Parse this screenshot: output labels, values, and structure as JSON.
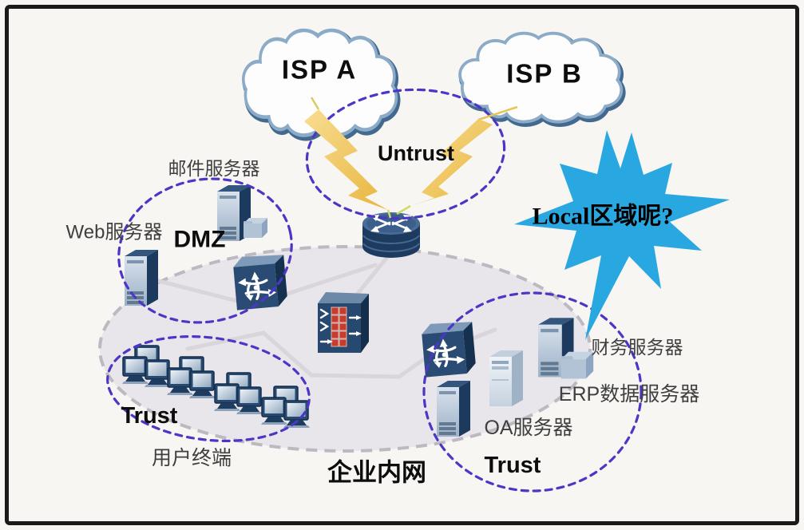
{
  "clouds": [
    {
      "label": "ISP A"
    },
    {
      "label": "ISP B"
    }
  ],
  "zones": {
    "untrust": {
      "label": "Untrust"
    },
    "dmz": {
      "label": "DMZ"
    },
    "trust_users": {
      "label": "Trust",
      "caption": "用户终端"
    },
    "trust_servers": {
      "label": "Trust"
    },
    "intranet": {
      "label": "企业内网"
    }
  },
  "callout": {
    "label": "Local区域呢?"
  },
  "device_labels": {
    "mail_server": "邮件服务器",
    "web_server": "Web服务器",
    "finance_server": "财务服务器",
    "erp_server": "ERP数据服务器",
    "oa_server": "OA服务器"
  },
  "icons": [
    "cloud-icon",
    "lightning-icon",
    "router-icon",
    "firewall-icon",
    "switch-icon",
    "server-icon",
    "folder-icon",
    "terminal-cluster-icon",
    "starburst-icon",
    "dashed-zone-ellipse",
    "intranet-ellipse"
  ],
  "colors": {
    "canvas_bg": "#f7f6f3",
    "frame_border": "#1b1b1b",
    "zone_dash_purple": "#4b36c6",
    "intranet_fill": "#e9e6eb",
    "intranet_dash_gray": "#bdb9c1",
    "link_gray": "#d9d5db",
    "device_navy": "#2a4c74",
    "device_navy_dark": "#16314f",
    "device_face_light": "#c7d3e0",
    "cloud_stroke_blue": "#5d82a8",
    "lightning_gold": "#eec153",
    "starburst_blue": "#29a7e0",
    "firewall_brick_red": "#c93b2a",
    "label_ink": "#3f3f3f",
    "bold_ink": "#0d0d0d"
  }
}
